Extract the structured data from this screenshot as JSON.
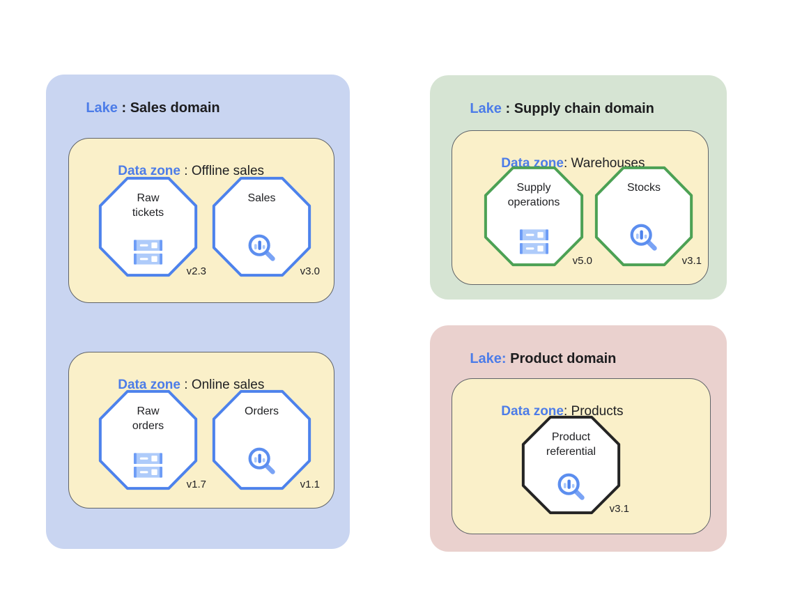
{
  "lakes": [
    {
      "label": {
        "accent": "Lake",
        "rest": " : Sales domain"
      },
      "bg_color": "#C9D5F1",
      "zones": [
        {
          "label": {
            "accent": "Data zone",
            "rest": " : Offline sales"
          },
          "assets": [
            {
              "name": "Raw\ntickets",
              "version": "v2.3",
              "icon": "storage-icon",
              "border_color": "#4D82EC"
            },
            {
              "name": "Sales",
              "version": "v3.0",
              "icon": "search-insights-icon",
              "border_color": "#4D82EC"
            }
          ]
        },
        {
          "label": {
            "accent": "Data zone",
            "rest": " : Online sales"
          },
          "assets": [
            {
              "name": "Raw\norders",
              "version": "v1.7",
              "icon": "storage-icon",
              "border_color": "#4D82EC"
            },
            {
              "name": "Orders",
              "version": "v1.1",
              "icon": "search-insights-icon",
              "border_color": "#4D82EC"
            }
          ]
        }
      ]
    },
    {
      "label": {
        "accent": "Lake",
        "rest": " : Supply chain domain"
      },
      "bg_color": "#D6E4D3",
      "zones": [
        {
          "label": {
            "accent": "Data zone",
            "rest": ": Warehouses"
          },
          "assets": [
            {
              "name": "Supply\noperations",
              "version": "v5.0",
              "icon": "storage-icon",
              "border_color": "#4CA154"
            },
            {
              "name": "Stocks",
              "version": "v3.1",
              "icon": "search-insights-icon",
              "border_color": "#4CA154"
            }
          ]
        }
      ]
    },
    {
      "label": {
        "accent": "Lake:",
        "rest": " Product domain"
      },
      "bg_color": "#EAD1CE",
      "zones": [
        {
          "label": {
            "accent": "Data zone",
            "rest": ": Products"
          },
          "assets": [
            {
              "name": "Product\nreferential",
              "version": "v3.1",
              "icon": "search-insights-icon",
              "border_color": "#242424"
            }
          ]
        }
      ]
    }
  ],
  "colors": {
    "accent_text_blue": "#4C7CE8",
    "lake_sales_bg": "#C9D5F1",
    "lake_supply_bg": "#D6E4D3",
    "lake_product_bg": "#EAD1CE",
    "zone_bg": "#FAF0C9",
    "zone_border": "#5F6368",
    "octagon_blue": "#4D82EC",
    "octagon_green": "#4CA154",
    "octagon_black": "#242424",
    "icon_light_blue": "#A9C7FA",
    "icon_mid_blue": "#6D9CF6",
    "icon_dark_blue": "#4D82EC",
    "icon_ring_blue": "#5C8EEF"
  }
}
